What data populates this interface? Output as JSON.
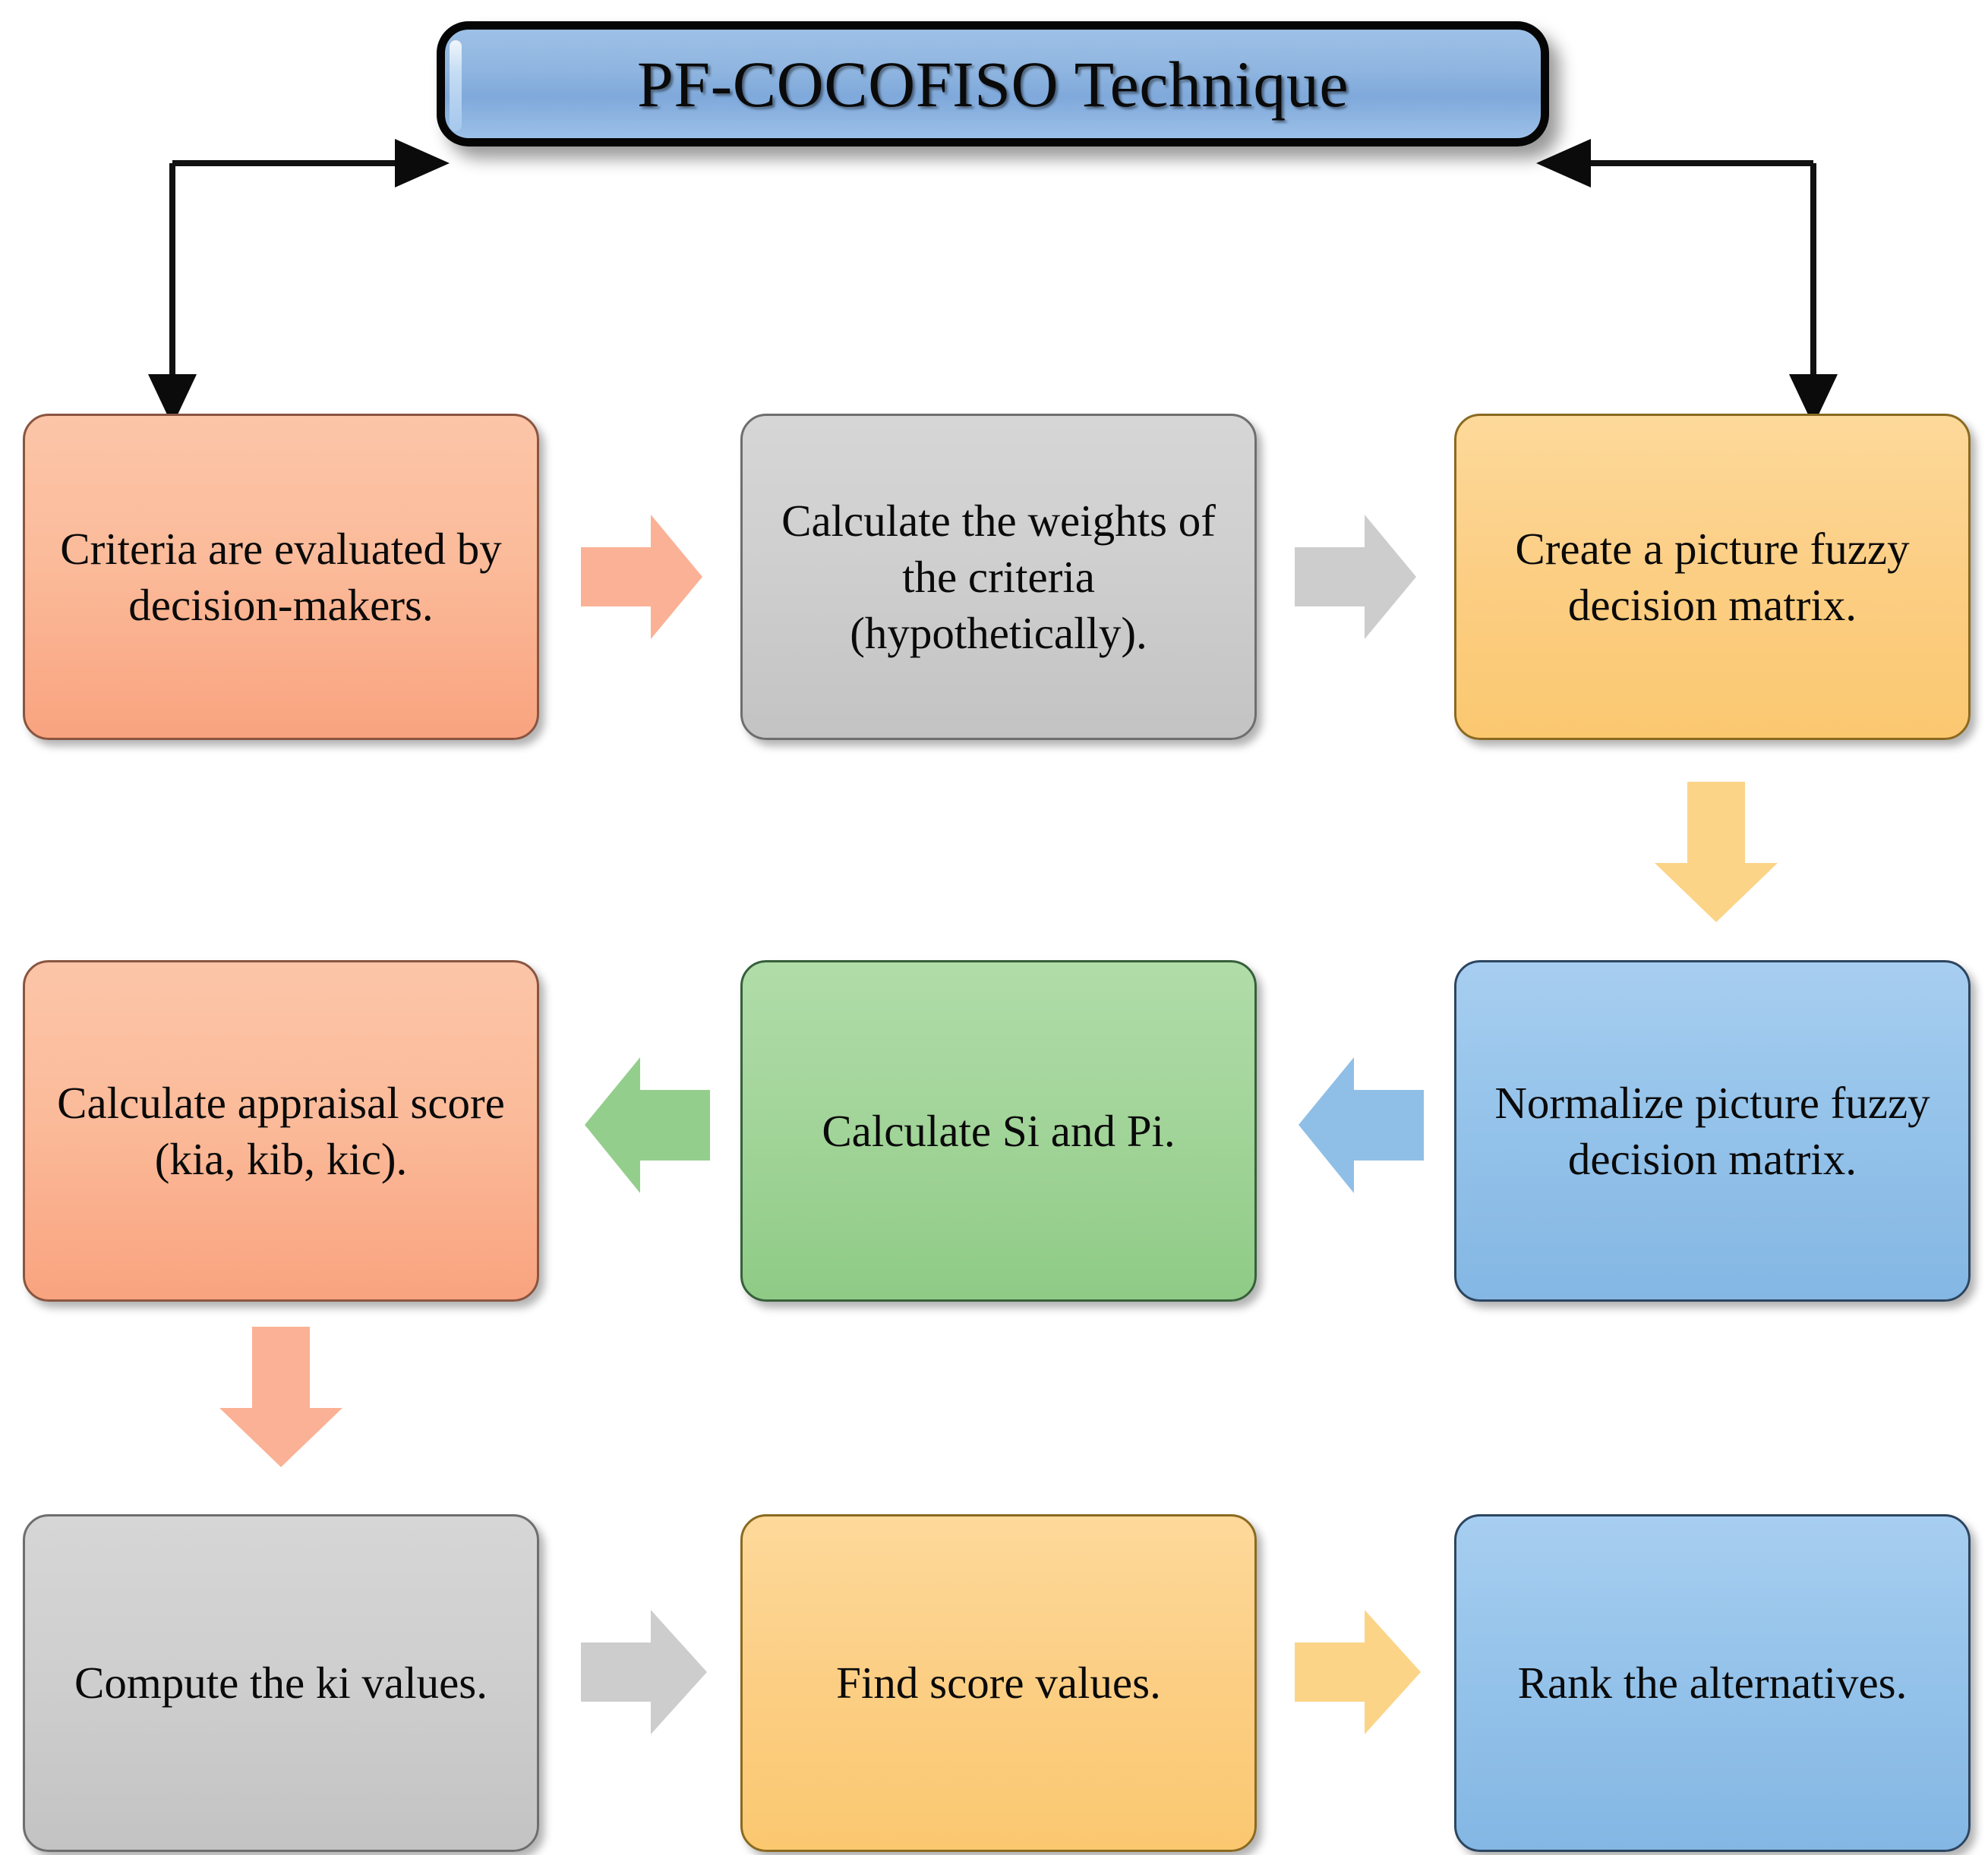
{
  "diagram": {
    "title_node": {
      "label": "PF-COCOFISO Technique",
      "color": "#8fb5e0",
      "border_color": "#050505"
    },
    "nodes": [
      {
        "id": "criteria-evaluated",
        "label": "Criteria are evaluated by decision-makers.",
        "color": "#fbbb9a",
        "style": "salmon"
      },
      {
        "id": "calculate-weights",
        "label": "Calculate the weights of the criteria (hypothetically).",
        "color": "#cfcfcf",
        "style": "gray"
      },
      {
        "id": "create-decision-matrix",
        "label": "Create a picture fuzzy decision matrix.",
        "color": "#fccf86",
        "style": "yellow"
      },
      {
        "id": "calculate-appraisal",
        "label": "Calculate appraisal score (kia, kib, kic).",
        "color": "#fbbb9a",
        "style": "salmon"
      },
      {
        "id": "calculate-si-pi",
        "label": "Calculate Si and Pi.",
        "color": "#a3d59a",
        "style": "green"
      },
      {
        "id": "normalize-matrix",
        "label": "Normalize picture fuzzy decision matrix.",
        "color": "#95c3ea",
        "style": "blue"
      },
      {
        "id": "compute-ki",
        "label": "Compute the ki values.",
        "color": "#cfcfcf",
        "style": "gray"
      },
      {
        "id": "find-score-values",
        "label": "Find score values.",
        "color": "#fccf86",
        "style": "yellow"
      },
      {
        "id": "rank-alternatives",
        "label": "Rank the alternatives.",
        "color": "#95c3ea",
        "style": "blue"
      }
    ],
    "arrows": [
      {
        "id": "criteria-to-weights",
        "direction": "right",
        "color": "#fbb195"
      },
      {
        "id": "weights-to-matrix",
        "direction": "right",
        "color": "#cdcdcd"
      },
      {
        "id": "matrix-to-normalize",
        "direction": "down",
        "color": "#fcd488"
      },
      {
        "id": "normalize-to-si-pi",
        "direction": "left",
        "color": "#8fbfe6"
      },
      {
        "id": "si-pi-to-appraisal",
        "direction": "left",
        "color": "#94ce8c"
      },
      {
        "id": "appraisal-to-compute-ki",
        "direction": "down",
        "color": "#fbb195"
      },
      {
        "id": "compute-ki-to-find-score",
        "direction": "right",
        "color": "#cdcdcd"
      },
      {
        "id": "find-score-to-rank",
        "direction": "right",
        "color": "#fcd488"
      }
    ],
    "connectors": [
      {
        "id": "technique-to-criteria",
        "color": "#111111"
      },
      {
        "id": "technique-to-matrix",
        "color": "#111111"
      }
    ]
  }
}
